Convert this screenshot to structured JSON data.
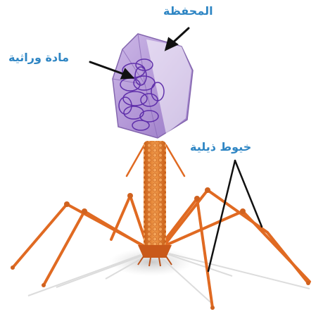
{
  "labels": {
    "capsid": "المحفظة",
    "genetic_material": "مادة وراثية",
    "tail_fibers": "خيوط ذيلية"
  },
  "colors": {
    "label_text": "#2f86c4",
    "capsid_fill": "#b79bd6",
    "dna": "#5b2aa8",
    "tail": "#e07a2a",
    "fibers": "#e06a22",
    "arrow": "#111111"
  }
}
